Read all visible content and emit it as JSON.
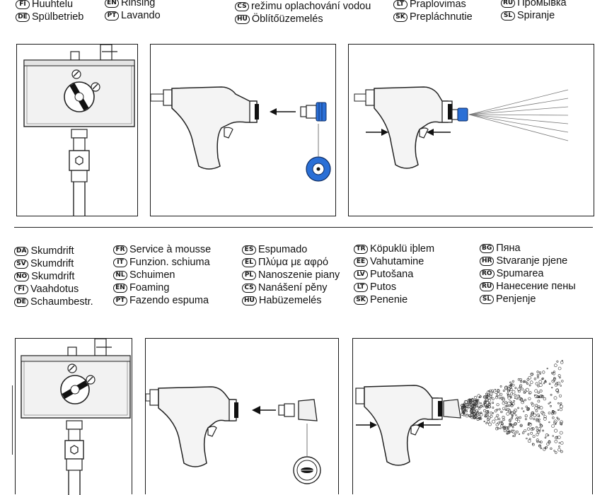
{
  "top_languages": {
    "col1": [
      {
        "code": "FI",
        "label": "Huuhtelu"
      },
      {
        "code": "DE",
        "label": "Spülbetrieb"
      }
    ],
    "col2": [
      {
        "code": "EN",
        "label": "Rinsing"
      },
      {
        "code": "PT",
        "label": "Lavando"
      }
    ],
    "col3": [
      {
        "code": "CS",
        "label": "režimu oplachování vodou"
      },
      {
        "code": "HU",
        "label": "Öblítőüzemelés"
      }
    ],
    "col4": [
      {
        "code": "LT",
        "label": "Praplovimas"
      },
      {
        "code": "SK",
        "label": "Prepláchnutie"
      }
    ],
    "col5": [
      {
        "code": "RU",
        "label": "Промывка"
      },
      {
        "code": "SL",
        "label": "Spiranje"
      }
    ]
  },
  "bottom_languages": {
    "col1": [
      {
        "code": "DA",
        "label": "Skumdrift"
      },
      {
        "code": "SV",
        "label": "Skumdrift"
      },
      {
        "code": "NO",
        "label": "Skumdrift"
      },
      {
        "code": "FI",
        "label": "Vaahdotus"
      },
      {
        "code": "DE",
        "label": "Schaumbestr."
      }
    ],
    "col2": [
      {
        "code": "FR",
        "label": "Service à mousse"
      },
      {
        "code": "IT",
        "label": "Funzion. schiuma"
      },
      {
        "code": "NL",
        "label": "Schuimen"
      },
      {
        "code": "EN",
        "label": "Foaming"
      },
      {
        "code": "PT",
        "label": "Fazendo espuma"
      }
    ],
    "col3": [
      {
        "code": "ES",
        "label": "Espumado"
      },
      {
        "code": "EL",
        "label": "Πλύμα με αφρό"
      },
      {
        "code": "PL",
        "label": "Nanoszenie piany"
      },
      {
        "code": "CS",
        "label": "Nanášení pěny"
      },
      {
        "code": "HU",
        "label": "Habüzemelés"
      }
    ],
    "col4": [
      {
        "code": "TR",
        "label": "Köpuklü iþlem"
      },
      {
        "code": "EE",
        "label": "Vahutamine"
      },
      {
        "code": "LV",
        "label": "Putošana"
      },
      {
        "code": "LT",
        "label": "Putos"
      },
      {
        "code": "SK",
        "label": "Penenie"
      }
    ],
    "col5": [
      {
        "code": "BG",
        "label": "Пяна"
      },
      {
        "code": "HR",
        "label": "Stvaranje pjene"
      },
      {
        "code": "RO",
        "label": "Spumarea"
      },
      {
        "code": "RU",
        "label": "Нанесение пены"
      },
      {
        "code": "SL",
        "label": "Penjenje"
      }
    ]
  },
  "colors": {
    "nozzle_blue": "#2a6fd6",
    "line": "#1a1a1a",
    "metal": "#e9e9e9"
  }
}
